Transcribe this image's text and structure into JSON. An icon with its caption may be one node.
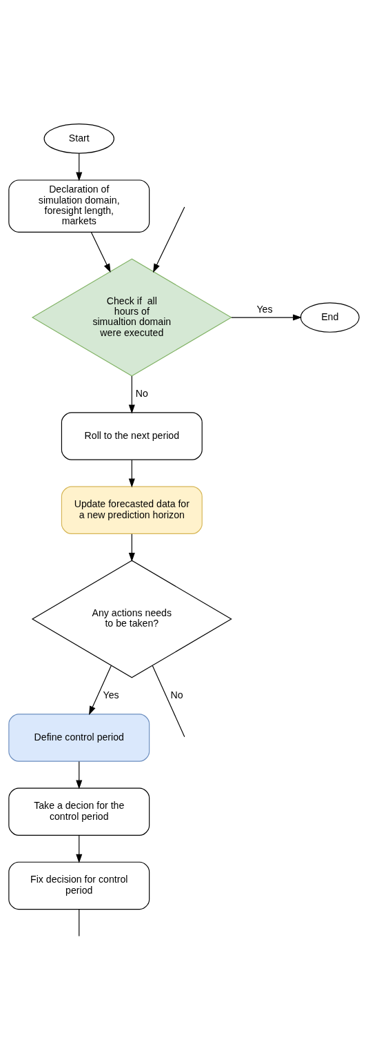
{
  "diagram": {
    "nodes": [
      {
        "text": [
          "Start"
        ]
      },
      {
        "text": [
          "Declaration of simulation domain, foresight length, markets"
        ]
      },
      {
        "text": [
          "Check if  all hours of simualtion domain were executed"
        ]
      },
      {
        "text": [
          "End"
        ]
      },
      {
        "text": [
          "Roll to the next period"
        ]
      },
      {
        "text": [
          "Update forecasted data for a new prediction horizon"
        ]
      },
      {
        "text": [
          "Any actions needs to be taken?"
        ]
      },
      {
        "text": [
          "Define control period"
        ]
      },
      {
        "text": [
          "Take a decion for the control period"
        ]
      },
      {
        "text": [
          "Fix decision for control period"
        ]
      }
    ],
    "edges": [
      {
        "from": 0,
        "to": 1,
        "arrow": "to"
      },
      {
        "from": 1,
        "to": 2,
        "arrow": "to"
      },
      {
        "from": 2,
        "to": 3,
        "arrow": "to",
        "label": "Yes"
      },
      {
        "from": 2,
        "to": 4,
        "arrow": "to",
        "label": "No"
      },
      {
        "from": 4,
        "to": 5,
        "arrow": "to"
      },
      {
        "from": 5,
        "to": 6,
        "arrow": "to"
      },
      {
        "from": 6,
        "to": null,
        "arrow": "none",
        "label": "No"
      },
      {
        "from": null,
        "to": 2,
        "arrow": "to"
      },
      {
        "from": 6,
        "to": 7,
        "arrow": "to",
        "label": "Yes"
      },
      {
        "from": 7,
        "to": 8,
        "arrow": "to"
      },
      {
        "from": 8,
        "to": 9,
        "arrow": "to"
      },
      {
        "from": 9,
        "to": null,
        "arrow": "none"
      }
    ]
  }
}
